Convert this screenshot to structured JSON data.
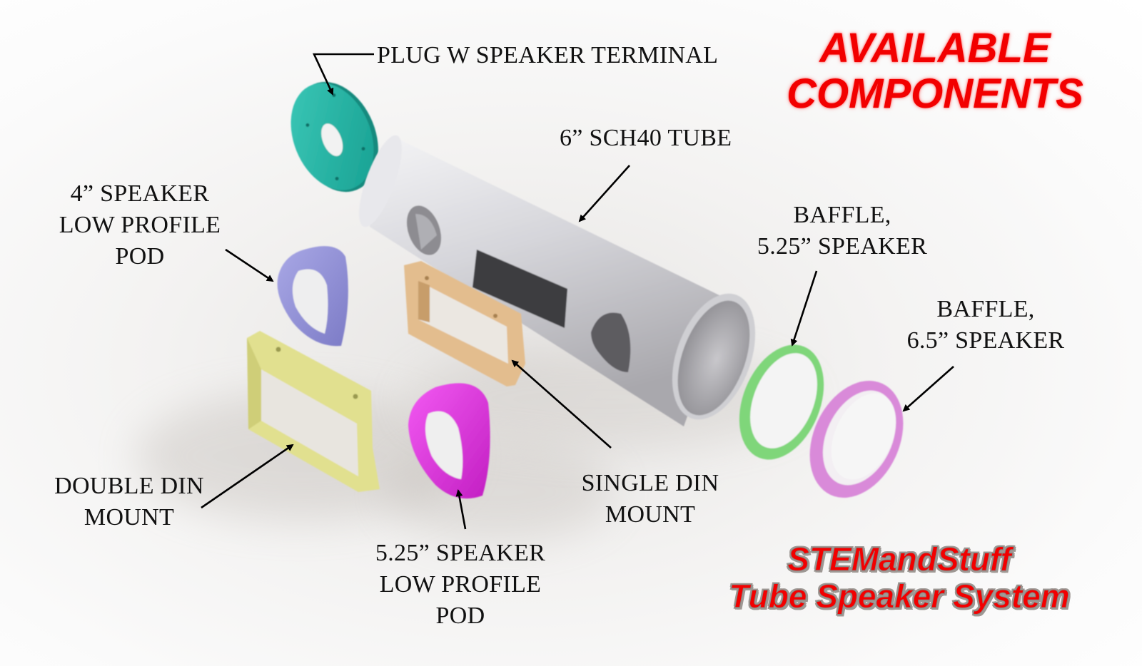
{
  "title": {
    "lines": [
      "AVAILABLE",
      "COMPONENTS"
    ],
    "color": "#f20000"
  },
  "brand": {
    "lines": [
      "STEMandStuff",
      "Tube Speaker System"
    ],
    "color": "#f20000",
    "outline_color": "#9e9894"
  },
  "components": [
    {
      "id": "plug",
      "label_lines": [
        "PLUG W SPEAKER TERMINAL"
      ],
      "color": "#1fb5a5",
      "shape": "disc-ring"
    },
    {
      "id": "tube",
      "label_lines": [
        "6” SCH40 TUBE"
      ],
      "color": "#c9c9cf",
      "shape": "cylinder"
    },
    {
      "id": "pod-4",
      "label_lines": [
        "4” SPEAKER",
        "LOW PROFILE",
        "POD"
      ],
      "color": "#8f8fd6",
      "shape": "pod"
    },
    {
      "id": "single-din",
      "label_lines": [
        "SINGLE DIN",
        "MOUNT"
      ],
      "color": "#e3bd8e",
      "shape": "frame"
    },
    {
      "id": "double-din",
      "label_lines": [
        "DOUBLE DIN",
        "MOUNT"
      ],
      "color": "#e1e08f",
      "shape": "frame"
    },
    {
      "id": "pod-525",
      "label_lines": [
        "5.25” SPEAKER",
        "LOW PROFILE",
        "POD"
      ],
      "color": "#e02ee0",
      "shape": "pod"
    },
    {
      "id": "baffle-525",
      "label_lines": [
        "BAFFLE,",
        "5.25” SPEAKER"
      ],
      "color": "#7fd67a",
      "shape": "ring"
    },
    {
      "id": "baffle-65",
      "label_lines": [
        "BAFFLE,",
        "6.5” SPEAKER"
      ],
      "color": "#d98ad9",
      "shape": "ring"
    }
  ]
}
